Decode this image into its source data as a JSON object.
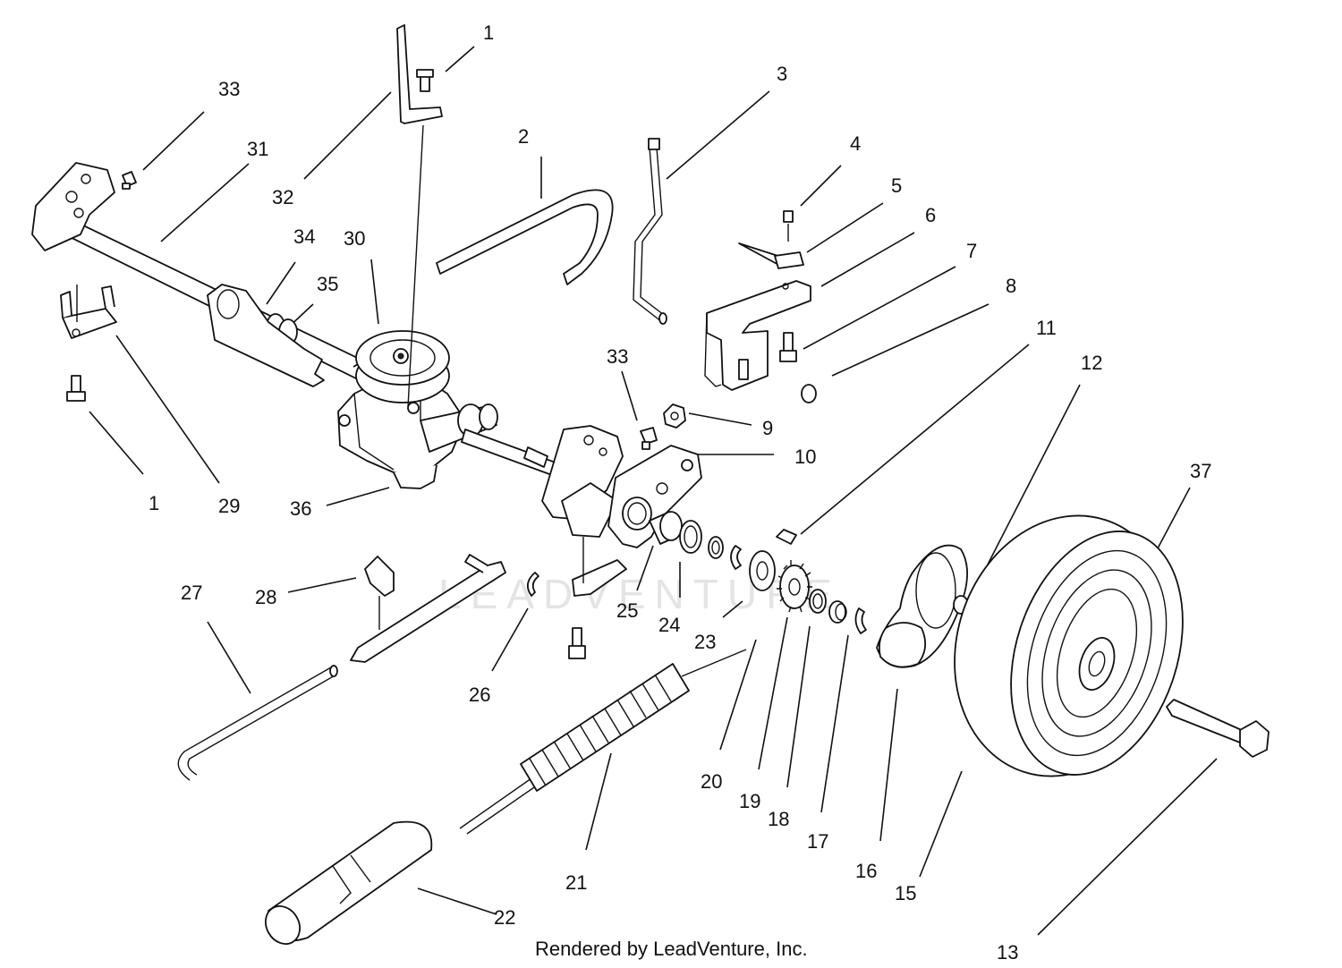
{
  "diagram": {
    "parts": [
      {
        "key": "1a",
        "number": "1"
      },
      {
        "key": "1b",
        "number": "1"
      },
      {
        "key": "2",
        "number": "2"
      },
      {
        "key": "3",
        "number": "3"
      },
      {
        "key": "4",
        "number": "4"
      },
      {
        "key": "5",
        "number": "5"
      },
      {
        "key": "6",
        "number": "6"
      },
      {
        "key": "7",
        "number": "7"
      },
      {
        "key": "8",
        "number": "8"
      },
      {
        "key": "9",
        "number": "9"
      },
      {
        "key": "10",
        "number": "10"
      },
      {
        "key": "11",
        "number": "11"
      },
      {
        "key": "12",
        "number": "12"
      },
      {
        "key": "13",
        "number": "13"
      },
      {
        "key": "15",
        "number": "15"
      },
      {
        "key": "16",
        "number": "16"
      },
      {
        "key": "17",
        "number": "17"
      },
      {
        "key": "18",
        "number": "18"
      },
      {
        "key": "19",
        "number": "19"
      },
      {
        "key": "20",
        "number": "20"
      },
      {
        "key": "21",
        "number": "21"
      },
      {
        "key": "22",
        "number": "22"
      },
      {
        "key": "23",
        "number": "23"
      },
      {
        "key": "24",
        "number": "24"
      },
      {
        "key": "25",
        "number": "25"
      },
      {
        "key": "26",
        "number": "26"
      },
      {
        "key": "27",
        "number": "27"
      },
      {
        "key": "28",
        "number": "28"
      },
      {
        "key": "29",
        "number": "29"
      },
      {
        "key": "30",
        "number": "30"
      },
      {
        "key": "31",
        "number": "31"
      },
      {
        "key": "32",
        "number": "32"
      },
      {
        "key": "33a",
        "number": "33"
      },
      {
        "key": "33b",
        "number": "33"
      },
      {
        "key": "34",
        "number": "34"
      },
      {
        "key": "35",
        "number": "35"
      },
      {
        "key": "36",
        "number": "36"
      },
      {
        "key": "37",
        "number": "37"
      }
    ],
    "watermark": "LEADVENTURE",
    "credit": "Rendered by LeadVenture, Inc."
  }
}
